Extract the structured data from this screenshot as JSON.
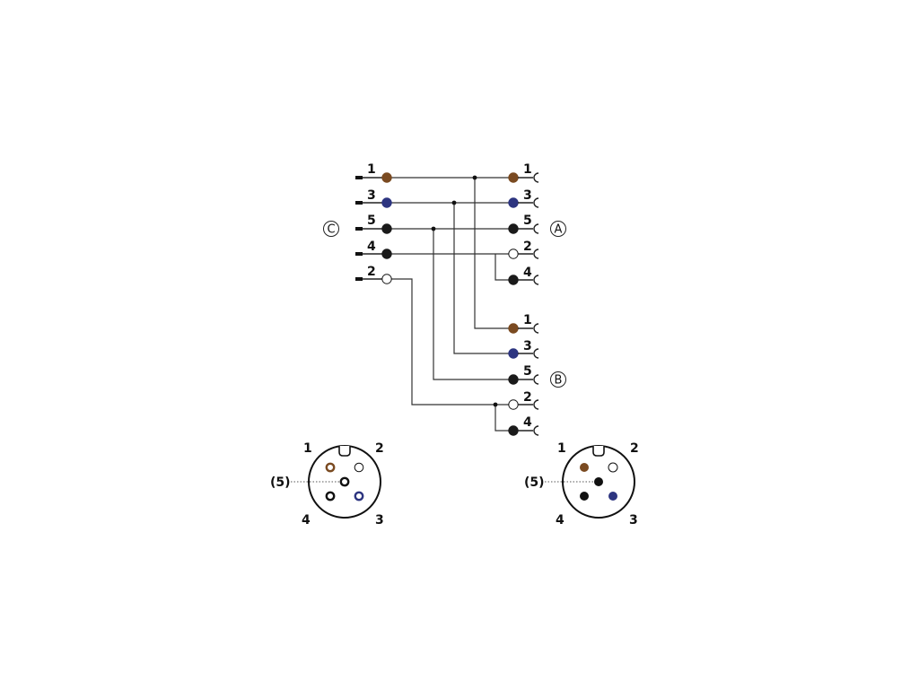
{
  "colors": {
    "brown": "#7a4a21",
    "blue": "#2d3580",
    "black": "#1a1a1a",
    "white": "#ffffff",
    "wire": "#333333"
  },
  "connectors": {
    "C": {
      "label": "C"
    },
    "A": {
      "label": "A"
    },
    "B": {
      "label": "B"
    }
  },
  "pins_c": [
    {
      "number": "1",
      "color": "brown"
    },
    {
      "number": "3",
      "color": "blue"
    },
    {
      "number": "5",
      "color": "black"
    },
    {
      "number": "4",
      "color": "black"
    },
    {
      "number": "2",
      "color": "white"
    }
  ],
  "pins_a": [
    {
      "number": "1",
      "color": "brown"
    },
    {
      "number": "3",
      "color": "blue"
    },
    {
      "number": "5",
      "color": "black"
    },
    {
      "number": "2",
      "color": "white"
    },
    {
      "number": "4",
      "color": "black"
    }
  ],
  "pins_b": [
    {
      "number": "1",
      "color": "brown"
    },
    {
      "number": "3",
      "color": "blue"
    },
    {
      "number": "5",
      "color": "black"
    },
    {
      "number": "2",
      "color": "white"
    },
    {
      "number": "4",
      "color": "black"
    }
  ],
  "face_female": {
    "pin1": "1",
    "pin2": "2",
    "pin3": "3",
    "pin4": "4",
    "pin5": "(5)"
  },
  "face_male": {
    "pin1": "1",
    "pin2": "2",
    "pin3": "3",
    "pin4": "4",
    "pin5": "(5)"
  }
}
